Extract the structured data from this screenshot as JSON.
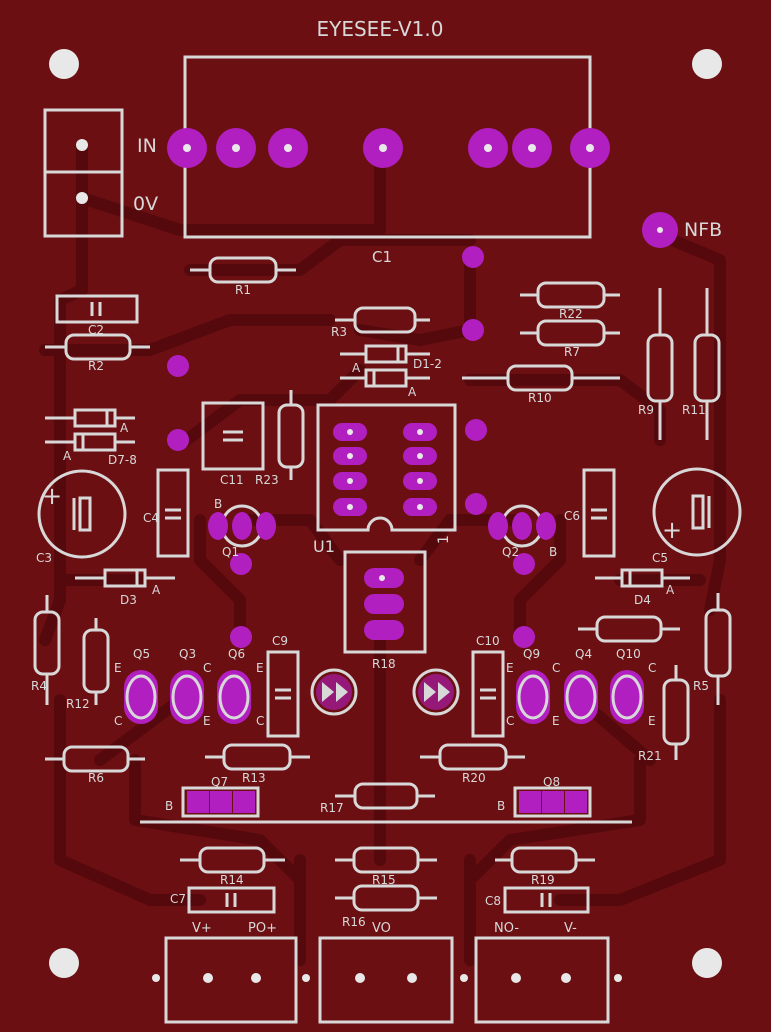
{
  "board": {
    "title": "EYESEE-V1.0",
    "colors": {
      "board": "#6b0f12",
      "trace": "#55090c",
      "silk": "#d8d8d8",
      "pad": "#b21fc0",
      "hole": "#e8e8e8"
    },
    "header": {
      "in_label": "IN",
      "ov_label": "0V"
    },
    "nfb_label": "NFB",
    "capacitors": {
      "c1": "C1",
      "c2": "C2",
      "c3": "C3",
      "c4": "C4",
      "c5": "C5",
      "c6": "C6",
      "c7": "C7",
      "c8": "C8",
      "c9": "C9",
      "c10": "C10",
      "c11": "C11"
    },
    "resistors": {
      "r1": "R1",
      "r2": "R2",
      "r3": "R3",
      "r4": "R4",
      "r5": "R5",
      "r6": "R6",
      "r7": "R7",
      "r9": "R9",
      "r10": "R10",
      "r11": "R11",
      "r12": "R12",
      "r13": "R13",
      "r14": "R14",
      "r15": "R15",
      "r16": "R16",
      "r17": "R17",
      "r18": "R18",
      "r19": "R19",
      "r20": "R20",
      "r21": "R21",
      "r22": "R22",
      "r23": "R23"
    },
    "diodes": {
      "d12": "D1-2",
      "d78": "D7-8",
      "d3": "D3",
      "d4": "D4",
      "a": "A"
    },
    "ic": {
      "u1": "U1",
      "pin1": "1"
    },
    "transistors": {
      "q1": "Q1",
      "q2": "Q2",
      "q3": "Q3",
      "q4": "Q4",
      "q5": "Q5",
      "q6": "Q6",
      "q7": "Q7",
      "q8": "Q8",
      "q9": "Q9",
      "q10": "Q10"
    },
    "pin_letters": {
      "b": "B",
      "c": "C",
      "e": "E"
    },
    "polarity_plus": "+",
    "connectors": {
      "vplus": "V+",
      "poplus": "PO+",
      "vo": "VO",
      "nominus": "NO-",
      "vminus": "V-"
    }
  }
}
